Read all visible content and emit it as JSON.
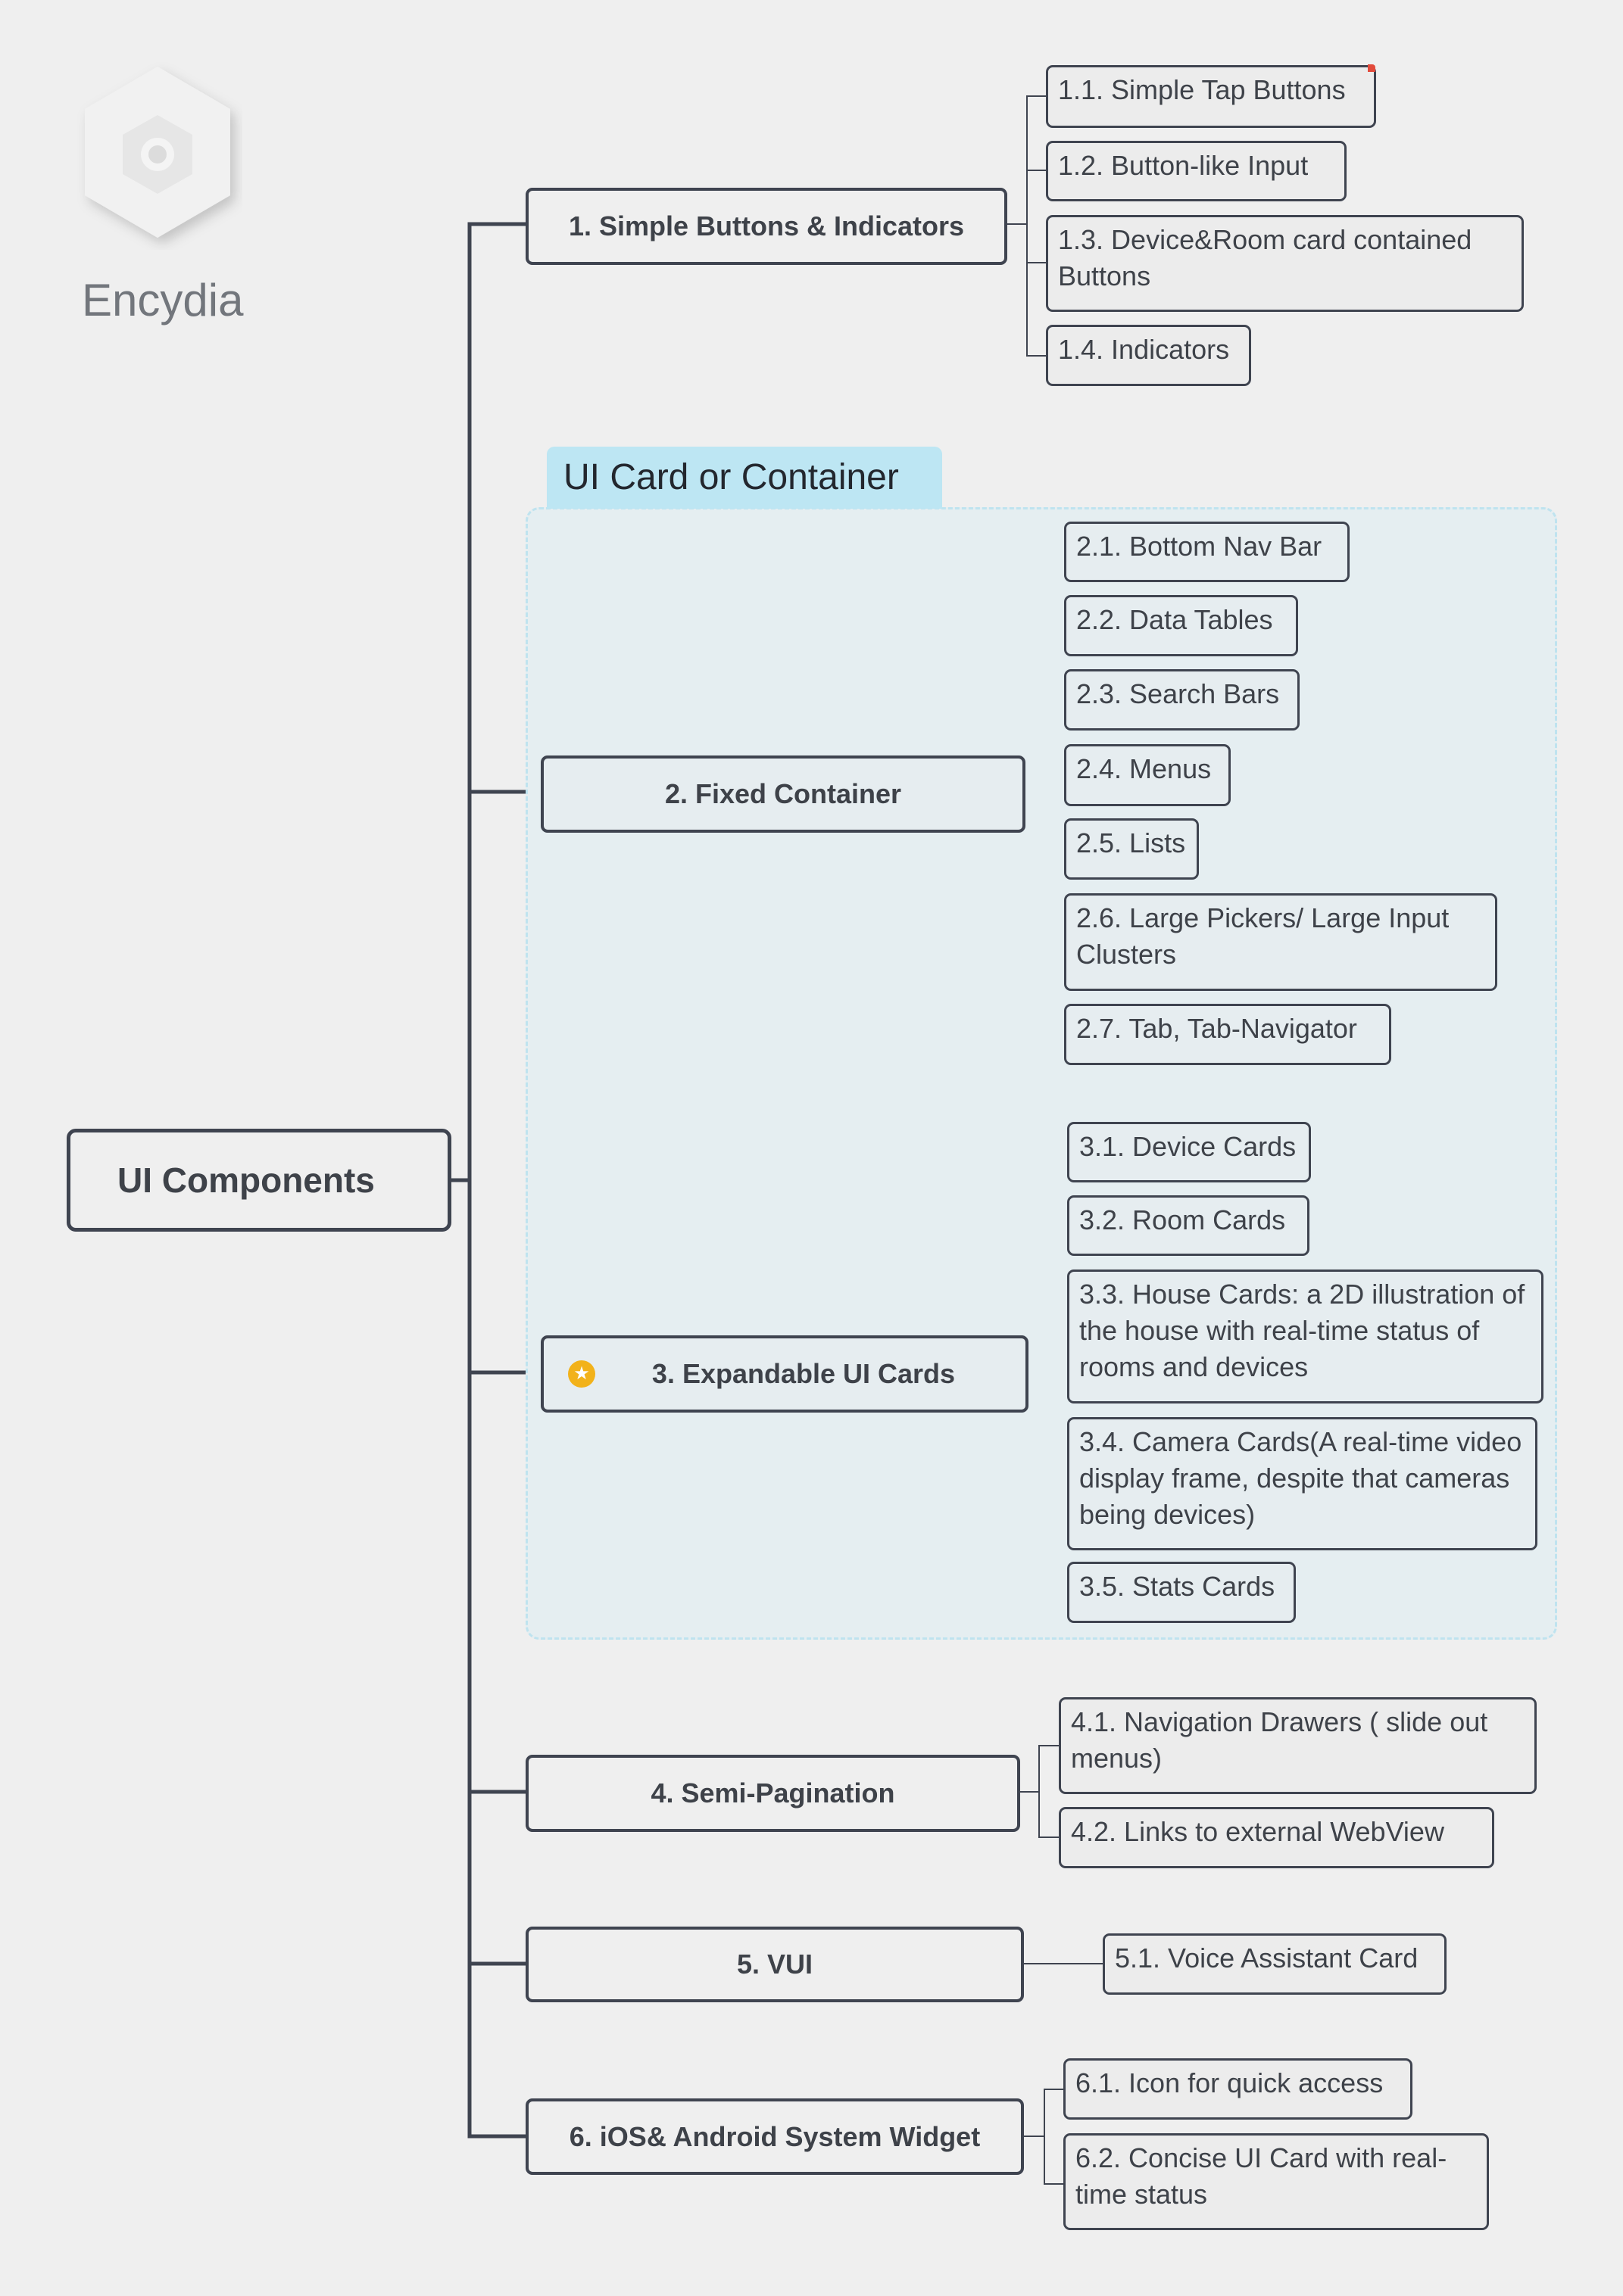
{
  "brand": {
    "name": "Encydia"
  },
  "root": {
    "label": "UI Components"
  },
  "group": {
    "label": "UI Card or Container"
  },
  "branches": [
    {
      "label": "1. Simple Buttons & Indicators",
      "children": [
        "1.1. Simple Tap Buttons",
        "1.2. Button-like Input",
        "1.3. Device&Room card contained Buttons",
        "1.4. Indicators"
      ]
    },
    {
      "label": "2. Fixed Container",
      "children": [
        "2.1. Bottom Nav Bar",
        "2.2. Data Tables",
        "2.3. Search Bars",
        "2.4. Menus",
        "2.5. Lists",
        "2.6. Large Pickers/ Large Input Clusters",
        "2.7. Tab, Tab-Navigator"
      ]
    },
    {
      "label": "3. Expandable UI Cards",
      "icon": "star-icon",
      "children": [
        "3.1. Device Cards",
        "3.2. Room Cards",
        "3.3. House Cards: a 2D illustration of the house with real-time status of rooms and devices",
        "3.4. Camera Cards(A real-time video display frame, despite that cameras being devices)",
        "3.5. Stats Cards"
      ]
    },
    {
      "label": "4. Semi-Pagination",
      "children": [
        "4.1. Navigation Drawers ( slide out menus)",
        "4.2. Links to external WebView"
      ]
    },
    {
      "label": "5. VUI",
      "children": [
        "5.1. Voice Assistant Card"
      ]
    },
    {
      "label": "6. iOS& Android  System Widget",
      "children": [
        "6.1. Icon for quick access",
        "6.2. Concise UI Card with real-time status"
      ]
    }
  ],
  "colors": {
    "line": "#3f4450",
    "group_fill": "#e5eef1",
    "group_border": "#bfe3ef",
    "group_tag": "#bde6f3",
    "star": "#f2b21a",
    "flag": "#e24a3b"
  }
}
